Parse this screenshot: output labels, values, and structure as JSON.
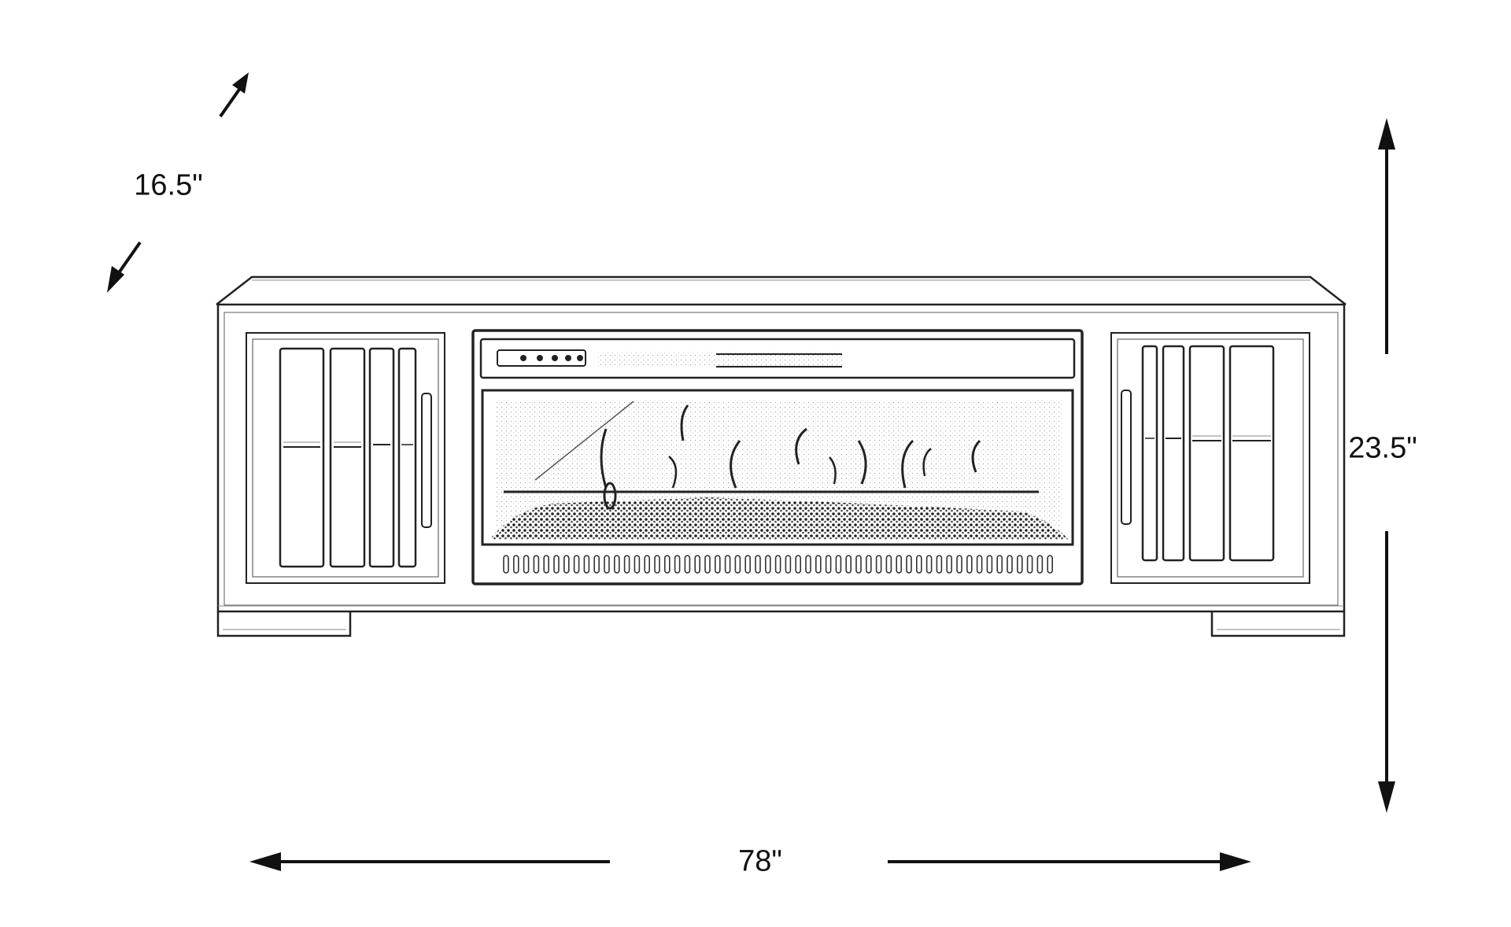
{
  "diagram": {
    "subject": "tv-stand-with-electric-fireplace",
    "line_color": "#111111",
    "background": "#ffffff",
    "dimensions": {
      "depth": {
        "label": "16.5\""
      },
      "height": {
        "label": "23.5\""
      },
      "width": {
        "label": "78\""
      }
    }
  }
}
